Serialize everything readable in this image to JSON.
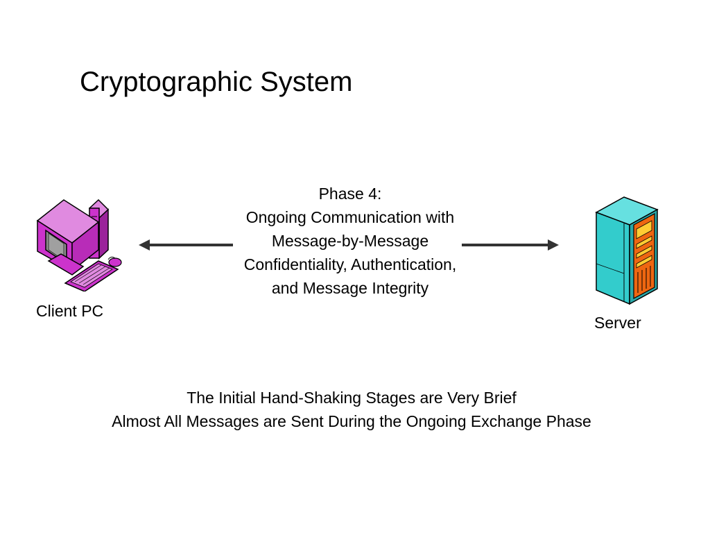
{
  "title": "Cryptographic System",
  "phase": {
    "heading": "Phase 4:",
    "lines": [
      "Ongoing Communication with",
      "Message-by-Message",
      "Confidentiality, Authentication,",
      "and Message Integrity"
    ]
  },
  "client": {
    "label": "Client PC",
    "icon": "desktop-computer-icon",
    "color": "#cc33cc"
  },
  "server": {
    "label": "Server",
    "icon": "server-tower-icon",
    "color": "#33cccc"
  },
  "note": {
    "lines": [
      "The Initial Hand-Shaking Stages are Very Brief",
      "Almost All Messages are Sent During the Ongoing Exchange Phase"
    ]
  }
}
